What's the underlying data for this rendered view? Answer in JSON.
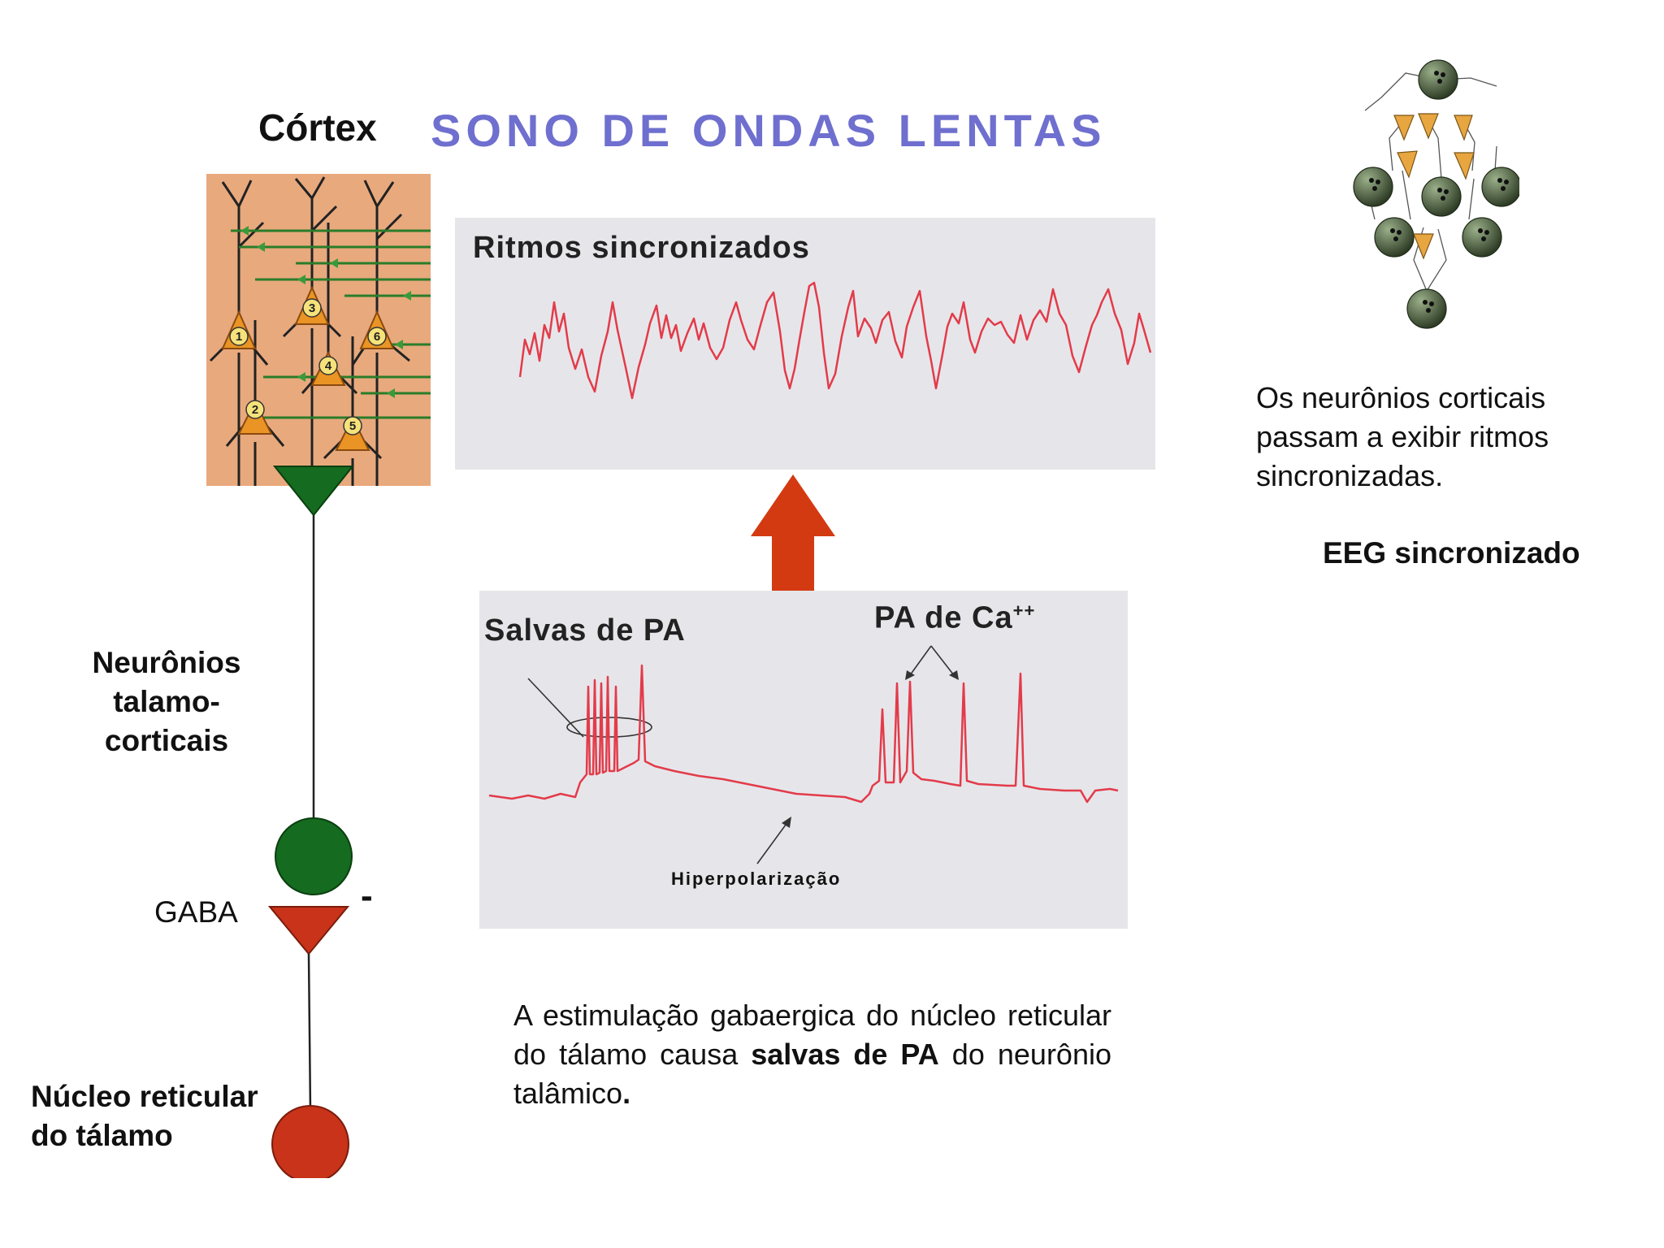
{
  "title": "SONO DE ONDAS LENTAS",
  "cortex_label": "Córtex",
  "cortex_neuron_numbers": [
    "1",
    "2",
    "3",
    "4",
    "5",
    "6"
  ],
  "top_panel_label": "Ritmos sincronizados",
  "bottom_panel": {
    "label_bursts": "Salvas de PA",
    "label_ca": "PA de Ca",
    "label_ca_sup": "++",
    "label_hyper": "Hiperpolarização"
  },
  "thalamocortical_label": [
    "Neurônios",
    "talamo-",
    "corticais"
  ],
  "gaba_label": "GABA",
  "minus_sign": "-",
  "reticular_label": [
    "Núcleo reticular",
    "do tálamo"
  ],
  "right_text": [
    "Os neurônios corticais",
    "passam a exibir ritmos",
    "sincronizadas."
  ],
  "eeg_label": "EEG sincronizado",
  "bottom_text": {
    "part1": "A estimulação gabaergica do núcleo reticular do tálamo causa ",
    "bold": "salvas de PA",
    "part2": " do neurônio talâmico",
    "bold_end": "."
  },
  "colors": {
    "title": "#6f6fcf",
    "trace": "#e33b4a",
    "green": "#156b1f",
    "red": "#c8331a",
    "arrow": "#d33a12",
    "cortex_bg": "#e8a97d"
  }
}
